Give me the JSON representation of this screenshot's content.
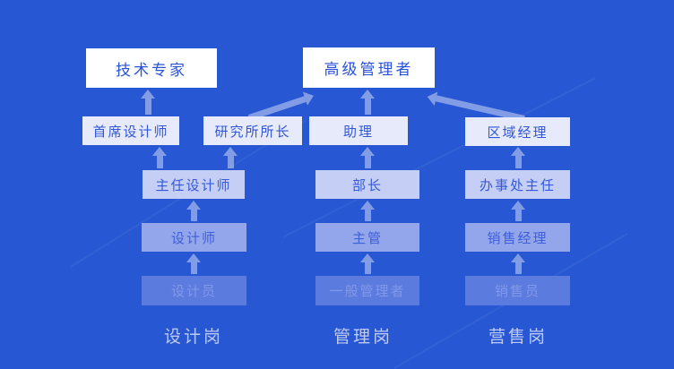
{
  "palette": {
    "background": "#2857D3",
    "arrow": "rgba(255,255,255,0.42)",
    "level1_bg": "#FFFFFF",
    "level1_text": "#2A52D6",
    "level2_bg": "#E7EAFB",
    "level2_text": "#3156D6",
    "level3_bg": "#C5CEF4",
    "level3_text": "#3559D8",
    "level4_bg": "#93A5EB",
    "level4_text": "#3E60DA",
    "level5_bg": "#5C7BDF",
    "level5_text": "#8298E8",
    "footer_text": "#BFCBF4"
  },
  "nodes": {
    "tech_expert": {
      "label": "技术专家",
      "level": 1
    },
    "senior_manager": {
      "label": "高级管理者",
      "level": 1
    },
    "chief_designer": {
      "label": "首席设计师",
      "level": 2
    },
    "institute_director": {
      "label": "研究所所长",
      "level": 2
    },
    "assistant": {
      "label": "助理",
      "level": 2
    },
    "regional_manager": {
      "label": "区域经理",
      "level": 2
    },
    "director_designer": {
      "label": "主任设计师",
      "level": 3
    },
    "minister": {
      "label": "部长",
      "level": 3
    },
    "office_director": {
      "label": "办事处主任",
      "level": 3
    },
    "designer": {
      "label": "设计师",
      "level": 4
    },
    "supervisor": {
      "label": "主管",
      "level": 4
    },
    "sales_manager": {
      "label": "销售经理",
      "level": 4
    },
    "draftsman": {
      "label": "设计员",
      "level": 5
    },
    "general_manager": {
      "label": "一般管理者",
      "level": 5
    },
    "salesperson": {
      "label": "销售员",
      "level": 5
    }
  },
  "footers": {
    "design": "设计岗",
    "management": "管理岗",
    "sales": "营售岗"
  }
}
